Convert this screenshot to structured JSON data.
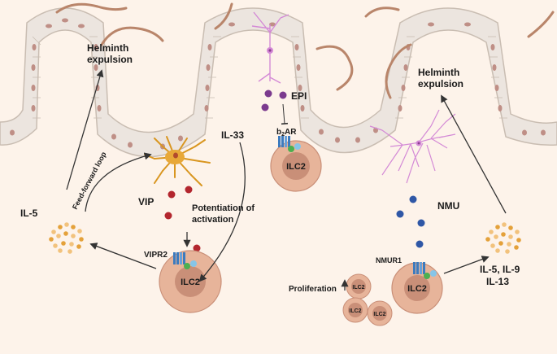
{
  "labels": {
    "helminth_expulsion_left": [
      "Helminth",
      "expulsion"
    ],
    "helminth_expulsion_right": [
      "Helminth",
      "expulsion"
    ],
    "epi": "EPI",
    "il33": "IL-33",
    "b2ar": "b",
    "b2ar_sub": "2",
    "b2ar_suffix": "AR",
    "feed_forward": "Feed-forward loop",
    "il5": "IL-5",
    "vip": "VIP",
    "potentiation": [
      "Potentiation of",
      "activation"
    ],
    "vipr2": "VIPR2",
    "nmu": "NMU",
    "nmur1": "NMUR1",
    "proliferation": "Proliferation",
    "il5_il9": "IL-5, IL-9",
    "il13": "IL-13",
    "ilc2": "ILC2"
  },
  "colors": {
    "background": "#fdf3ea",
    "epithelium": "#ece5df",
    "cell_border": "#c9bdb2",
    "nucleus": "#bf8f86",
    "neuron_epi": "#d48ad6",
    "epi_dot": "#7b3a8e",
    "vip_dot": "#b3262e",
    "nmu_dot": "#2f57a6",
    "cytokine_dot": "#e4a13a",
    "ilc2_outer": "#e7b49a",
    "ilc2_inner": "#c98f78",
    "glial": "#d99620",
    "worm": "#b9856a"
  },
  "icons": [
    "helminth-worm-icon",
    "neuron-icon",
    "glial-cell-icon",
    "receptor-icon",
    "ilc2-cell-icon"
  ]
}
